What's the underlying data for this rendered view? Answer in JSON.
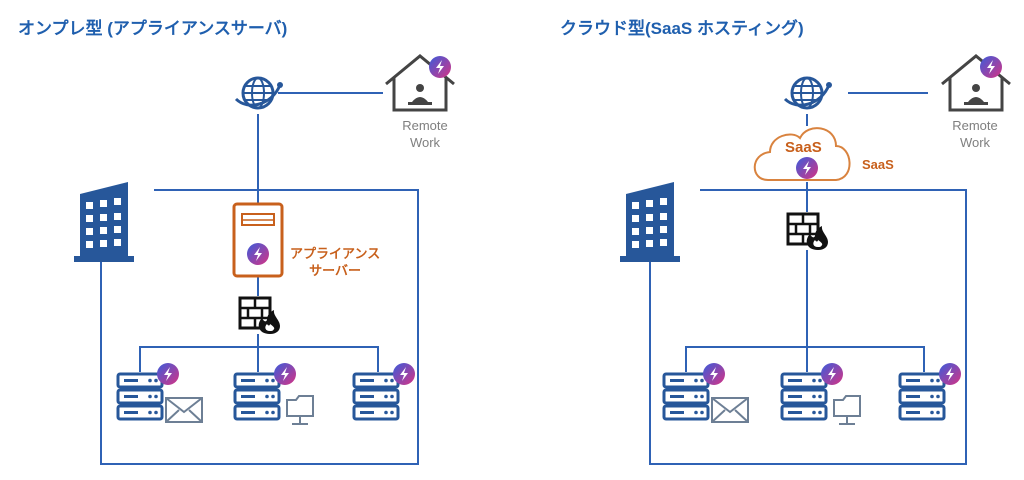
{
  "left": {
    "title": "オンプレ型 (アプライアンスサーバ)",
    "remote_line1": "Remote",
    "remote_line2": "Work",
    "appliance_line1": "アプライアンス",
    "appliance_line2": "サーバー"
  },
  "right": {
    "title": "クラウド型(SaaS ホスティング)",
    "remote_line1": "Remote",
    "remote_line2": "Work",
    "cloud_label": "SaaS",
    "saas_label": "SaaS"
  },
  "colors": {
    "title": "#1f5fae",
    "line": "#2f62b5",
    "icon": "#27579a",
    "accent": "#c8601c",
    "caption": "#7f7f7f"
  },
  "icons": [
    "globe-icon",
    "home-office-icon",
    "office-building-icon",
    "appliance-server-icon",
    "cloud-icon",
    "firewall-icon",
    "server-icon",
    "mail-icon",
    "folder-icon",
    "bolt-badge-icon"
  ]
}
